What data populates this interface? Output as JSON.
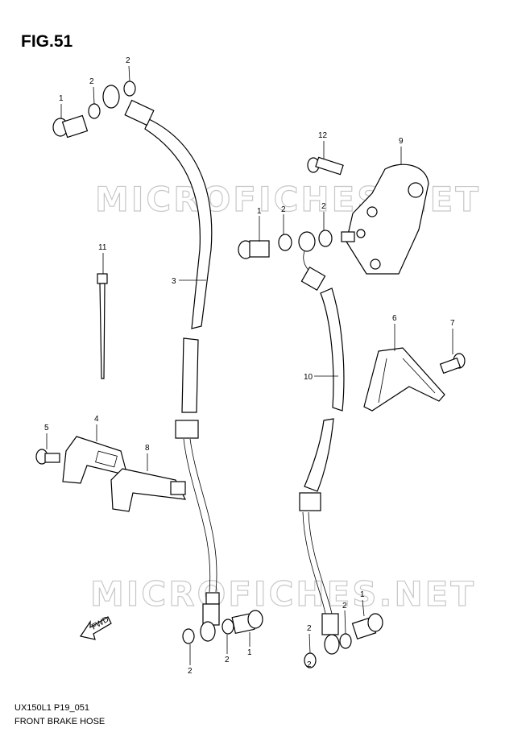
{
  "figure": {
    "title": "FIG.51",
    "model_code": "UX150L1 P19_051",
    "caption": "FRONT BRAKE HOSE",
    "watermark": "MICROFICHES.NET",
    "fwd_label": "FWD"
  },
  "callouts": [
    {
      "id": "c1",
      "label": "2"
    },
    {
      "id": "c2",
      "label": "2"
    },
    {
      "id": "c3",
      "label": "1"
    },
    {
      "id": "c4",
      "label": "12"
    },
    {
      "id": "c5",
      "label": "9"
    },
    {
      "id": "c6",
      "label": "1"
    },
    {
      "id": "c7",
      "label": "2"
    },
    {
      "id": "c8",
      "label": "2"
    },
    {
      "id": "c9",
      "label": "11"
    },
    {
      "id": "c10",
      "label": "3"
    },
    {
      "id": "c11",
      "label": "6"
    },
    {
      "id": "c12",
      "label": "7"
    },
    {
      "id": "c13",
      "label": "10"
    },
    {
      "id": "c14",
      "label": "4"
    },
    {
      "id": "c15",
      "label": "5"
    },
    {
      "id": "c16",
      "label": "8"
    },
    {
      "id": "c17",
      "label": "2"
    },
    {
      "id": "c18",
      "label": "1"
    },
    {
      "id": "c19",
      "label": "2"
    },
    {
      "id": "c20",
      "label": "1"
    },
    {
      "id": "c21",
      "label": "2"
    },
    {
      "id": "c22",
      "label": "2"
    },
    {
      "id": "c23",
      "label": "2"
    }
  ]
}
